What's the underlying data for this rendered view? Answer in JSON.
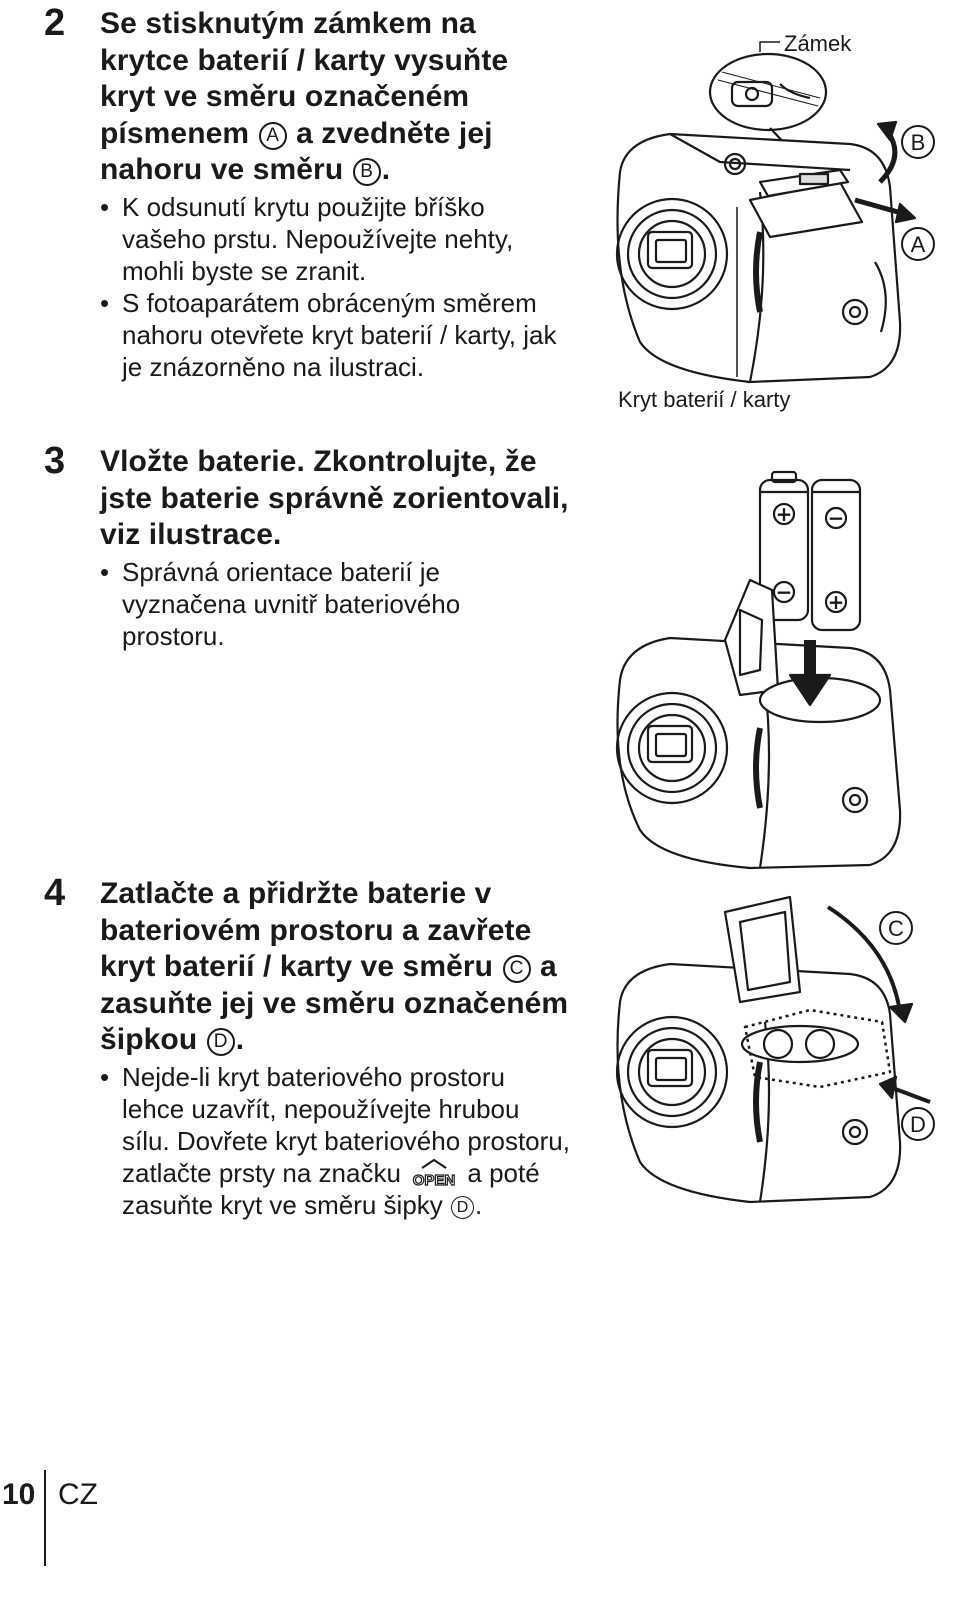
{
  "steps": [
    {
      "number": "2",
      "heading_pre": "Se stisknutým zámkem na krytce baterií / karty vysuňte kryt ve směru označeném písmenem",
      "mark_a": "A",
      "heading_mid": "a zvedněte jej nahoru ve směru",
      "mark_b": "B",
      "heading_end": ".",
      "bullets": [
        "K odsunutí krytu použijte bříško vašeho prstu. Nepoužívejte nehty, mohli byste se zranit.",
        "S fotoaparátem obráceným směrem nahoru otevřete kryt baterií / karty, jak je znázorněno na ilustraci."
      ],
      "callouts": {
        "lock": "Zámek",
        "cover": "Kryt baterií / karty",
        "arrow_b": "B",
        "arrow_a": "A"
      }
    },
    {
      "number": "3",
      "heading": "Vložte baterie. Zkontrolujte, že jste baterie správně zorientovali, viz ilustrace.",
      "bullets": [
        "Správná orientace baterií je vyznačena uvnitř bateriového prostoru."
      ],
      "battery_signs": [
        "+",
        "−",
        "−",
        "+"
      ]
    },
    {
      "number": "4",
      "heading_pre": "Zatlačte a přidržte baterie v bateriovém prostoru a zavřete kryt baterií / karty ve směru",
      "mark_c": "C",
      "heading_mid": "a zasuňte jej ve směru označeném šipkou",
      "mark_d": "D",
      "heading_end": ".",
      "bullet_pre": "Nejde-li kryt bateriového prostoru lehce uzavřít, nepoužívejte hrubou sílu. Dovřete kryt bateriového prostoru, zatlačte prsty na značku",
      "open_label": "OPEN",
      "bullet_mid": "a poté zasuňte kryt ve směru šipky",
      "bullet_mark": "D",
      "bullet_end": ".",
      "callouts": {
        "arrow_c": "C",
        "arrow_d": "D"
      }
    }
  ],
  "footer": {
    "page_number": "10",
    "language": "CZ"
  }
}
